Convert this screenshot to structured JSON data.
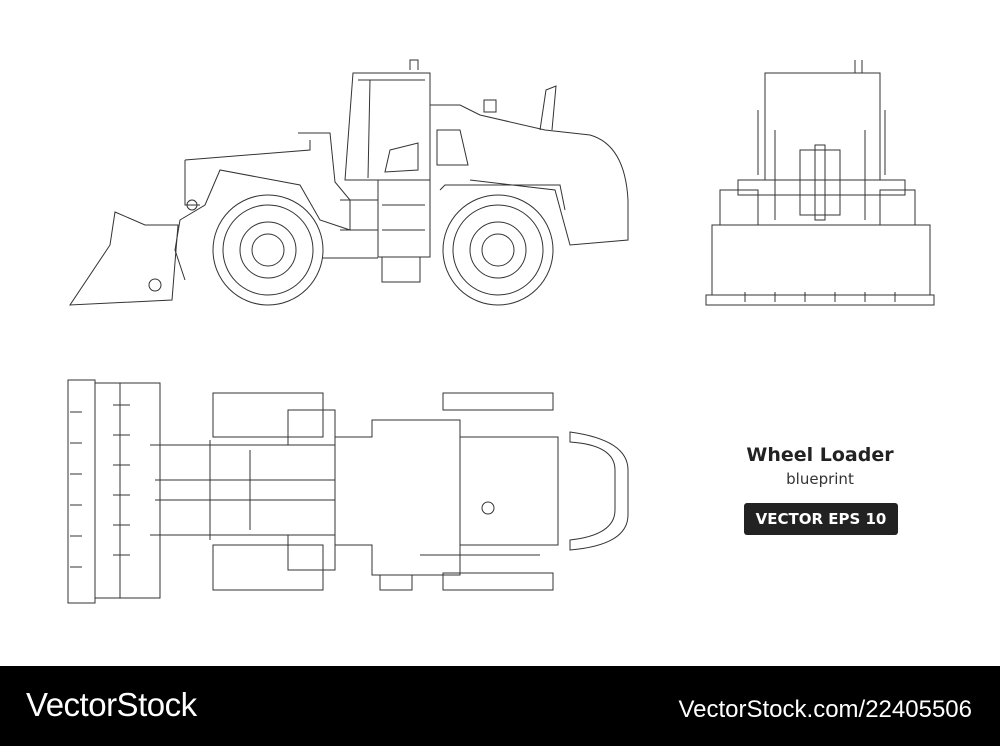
{
  "caption": {
    "title": "Wheel Loader",
    "subtitle": "blueprint",
    "badge": "VECTOR EPS 10"
  },
  "footer": {
    "brand": "VectorStock",
    "image_ref": "VectorStock.com/22405506"
  },
  "colors": {
    "line": "#333333",
    "badge_bg": "#222222",
    "footer_bg": "#000000"
  }
}
